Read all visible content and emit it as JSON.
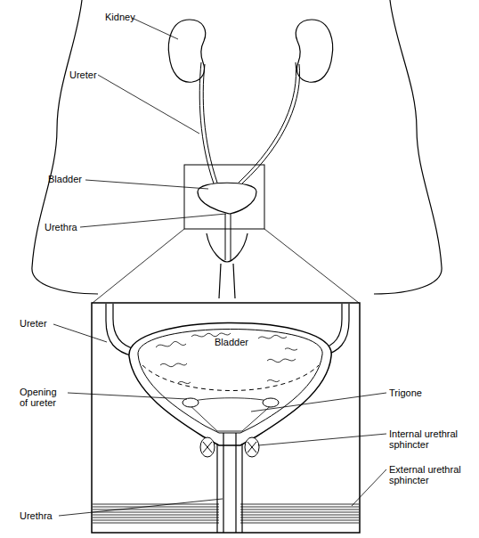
{
  "diagram": {
    "labels": [
      "Kidney",
      "Ureter",
      "Bladder",
      "Urethra",
      "Ureter",
      "Bladder",
      "Opening of ureter",
      "Trigone",
      "Internal urethral sphincter",
      "External urethral sphincter",
      "Urethra"
    ]
  }
}
